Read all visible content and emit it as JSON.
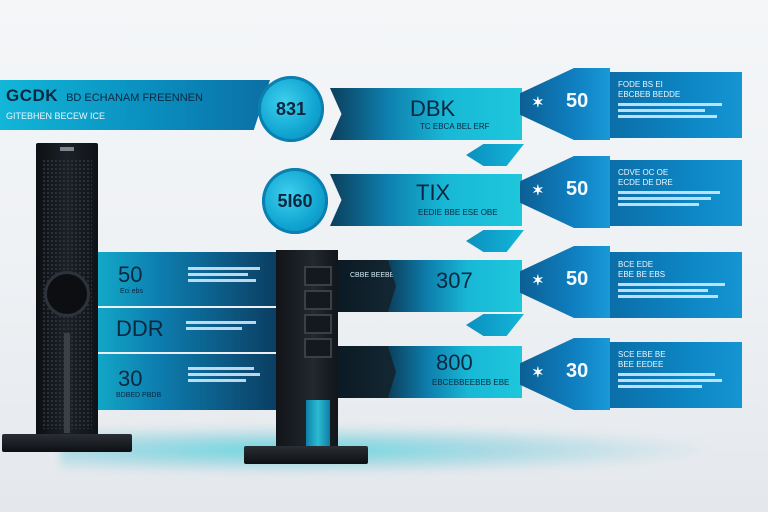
{
  "title": {
    "main": "GCDK",
    "subtitle_inline": "BD ECHANAM FREENNEN",
    "subline": "GITEBHEN BECEW ICE"
  },
  "circles": [
    "831",
    "5I60"
  ],
  "mid_rows": [
    {
      "label": "DBK",
      "caption": "TC EBCA BEL ERF"
    },
    {
      "label": "TIX",
      "caption": "EEDIE BBE ESE OBE"
    },
    {
      "label": "307",
      "caption": "CBBE BEEBEBE E BE"
    },
    {
      "label": "800",
      "caption": "EBCEBBEEBEB EBE"
    }
  ],
  "right_rows": [
    {
      "num": "50",
      "head": [
        "FODE BS EI",
        "EBCBEB BEDDE"
      ]
    },
    {
      "num": "50",
      "head": [
        "CDVE OC OE",
        "ECDE DE DRE"
      ]
    },
    {
      "num": "50",
      "head": [
        "BCE EDE",
        "EBE BE EBS"
      ]
    },
    {
      "num": "30",
      "head": [
        "SCE EBE BE",
        "BEE EEDEE"
      ]
    }
  ],
  "left_rows": [
    {
      "num": "50",
      "small": "Eci ebs"
    },
    {
      "num": "DDR",
      "small": ""
    },
    {
      "num": "30",
      "small": "BDBED PBDB"
    }
  ],
  "colors": {
    "accent_cyan": "#13b7d8",
    "accent_blue": "#0d86c4",
    "dark_navy": "#0c2740"
  }
}
